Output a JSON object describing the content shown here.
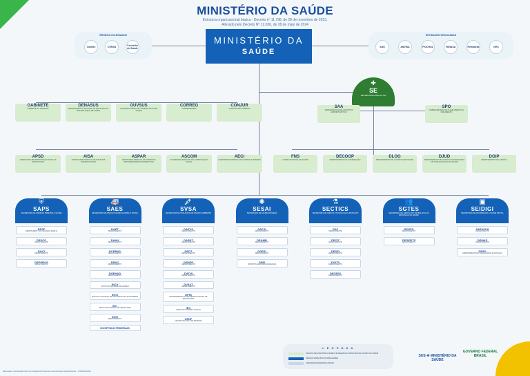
{
  "header": {
    "title": "MINISTÉRIO DA SAÚDE",
    "subtitle_1": "Estrutura organizacional básica - Decreto nº 11.798, de 28 de novembro de 2023,",
    "subtitle_2": "Alterado pelo Decreto Nº 12.036, de 28 de maio de 2024"
  },
  "left_pill": {
    "title": "ÓRGÃOS COLEGIADOS",
    "logos": [
      "Conitec",
      "CONSU",
      "Conselho de Saúde"
    ]
  },
  "right_pill": {
    "title": "ENTIDADES VINCULADAS",
    "logos": [
      "ANS",
      "ANVISA",
      "FIOCRUZ",
      "FUNASA",
      "Hemobrás",
      "GHC"
    ]
  },
  "ministry": {
    "line1": "MINISTÉRIO DA",
    "line2": "SAÚDE"
  },
  "se": {
    "icon": "✚",
    "name": "SE",
    "desc": "SECRETARIA-EXECUTIVA"
  },
  "top_boxes": [
    {
      "name": "GABINETE",
      "desc": "GABINETE DO MINISTRO"
    },
    {
      "name": "DENASUS",
      "desc": "DEPARTAMENTO NACIONAL DE AUDITORIA DO SISTEMA ÚNICO DE SAÚDE"
    },
    {
      "name": "OUVSUS",
      "desc": "OUVIDORIA-GERAL DO SISTEMA ÚNICO DE SAÚDE"
    },
    {
      "name": "CORREG",
      "desc": "CORREGEDORIA"
    },
    {
      "name": "CONJUR",
      "desc": "CONSULTORIA JURÍDICA"
    }
  ],
  "se_boxes": [
    {
      "name": "SAA",
      "desc": "SUBSECRETARIA DE ASSUNTOS ADMINISTRATIVOS"
    },
    {
      "name": "SPO",
      "desc": "SUBSECRETARIA DE PLANEJAMENTO E ORÇAMENTO"
    }
  ],
  "mid_boxes": [
    {
      "name": "APSD",
      "desc": "ASSESSORIA DE PARTICIPAÇÃO SOCIAL E DIVERSIDADE"
    },
    {
      "name": "AISA",
      "desc": "ASSESSORIA ESPECIAL DE ASSUNTOS INTERNACIONAIS"
    },
    {
      "name": "ASPAR",
      "desc": "ASSESSORIA ESPECIAL DE ASSUNTOS PARLAMENTARES E FEDERATIVOS"
    },
    {
      "name": "ASCOM",
      "desc": "ASSESSORIA ESPECIAL DE COMUNICAÇÃO SOCIAL"
    },
    {
      "name": "AECI",
      "desc": "ASSESSORIA ESPECIAL DE CONTROLE INTERNO"
    }
  ],
  "se_depts": [
    {
      "name": "FNS",
      "desc": "FUNDO NACIONAL DE SAÚDE"
    },
    {
      "name": "DECOOP",
      "desc": "DEPARTAMENTO DE COOPERAÇÃO"
    },
    {
      "name": "DLOG",
      "desc": "DEPARTAMENTO DE LOGÍSTICA EM SAÚDE"
    },
    {
      "name": "DJUD",
      "desc": "DEPARTAMENTO DE GESTÃO DAS DEMANDAS EM JUDICIALIZAÇÃO NA SAÚDE"
    },
    {
      "name": "DGIP",
      "desc": "DEPARTAMENTO DE GESTÃO"
    }
  ],
  "secretariats": [
    {
      "name": "SAPS",
      "icon": "⛨",
      "desc": "SECRETARIA DE ATENÇÃO PRIMÁRIA À SAÚDE",
      "units": [
        {
          "name": "DESF",
          "desc": "DEPARTAMENTO DE SAÚDE DA FAMÍLIA"
        },
        {
          "name": "DESCO",
          "desc": "DEPARTAMENTO"
        },
        {
          "name": "DGCI",
          "desc": "DEPARTAMENTO"
        },
        {
          "name": "DEPPROS",
          "desc": "DEPARTAMENTO"
        }
      ]
    },
    {
      "name": "SAES",
      "icon": "🚑",
      "desc": "SECRETARIA DE ATENÇÃO ESPECIALIZADA À SAÚDE",
      "units": [
        {
          "name": "DAET",
          "desc": "DEPARTAMENTO"
        },
        {
          "name": "DAHU",
          "desc": "DEPARTAMENTO"
        },
        {
          "name": "DCEBAS",
          "desc": "DEPARTAMENTO"
        },
        {
          "name": "DRAC",
          "desc": "DEPARTAMENTO"
        },
        {
          "name": "DGEHAD",
          "desc": "DEPARTAMENTO"
        },
        {
          "name": "INCA",
          "desc": "INSTITUTO NACIONAL DE CÂNCER"
        },
        {
          "name": "INTO",
          "desc": "INSTITUTO NACIONAL DE TRAUMATOLOGIA E ORTOPEDIA"
        },
        {
          "name": "INC",
          "desc": "INSTITUTO NACIONAL DE CARDIOLOGIA"
        },
        {
          "name": "DGH",
          "desc": "DEPARTAMENTO"
        },
        {
          "name": "HOSPITAIS FEDERAIS",
          "desc": ""
        }
      ]
    },
    {
      "name": "SVSA",
      "icon": "💉",
      "desc": "SECRETARIA DE VIGILÂNCIA EM SAÚDE E AMBIENTE",
      "units": [
        {
          "name": "DAEVS",
          "desc": "DEPARTAMENTO"
        },
        {
          "name": "DAENT",
          "desc": "DEPARTAMENTO"
        },
        {
          "name": "DEDT",
          "desc": "DEPARTAMENTO"
        },
        {
          "name": "DEMSP",
          "desc": "DEPARTAMENTO"
        },
        {
          "name": "DATHI",
          "desc": "DEPARTAMENTO"
        },
        {
          "name": "DVSAT",
          "desc": "DEPARTAMENTO"
        },
        {
          "name": "DPNI",
          "desc": "DEPARTAMENTO DO PROGRAMA NACIONAL DE IMUNIZAÇÕES"
        },
        {
          "name": "IEC",
          "desc": "INSTITUTO EVANDRO CHAGAS"
        },
        {
          "name": "CENP",
          "desc": "CENTRO NACIONAL DE PRIMATAS"
        }
      ]
    },
    {
      "name": "SESAI",
      "icon": "✺",
      "desc": "SECRETARIA DE SAÚDE INDÍGENA",
      "units": [
        {
          "name": "DAPSI",
          "desc": "DEPARTAMENTO"
        },
        {
          "name": "DEAMB",
          "desc": "DEPARTAMENTO"
        },
        {
          "name": "DGESI",
          "desc": "DEPARTAMENTO"
        },
        {
          "name": "DSEI",
          "desc": "DISTRITOS SANITÁRIOS ESPECIAIS"
        }
      ]
    },
    {
      "name": "SECTICS",
      "icon": "⚗",
      "desc": "SECRETARIA DE CIÊNCIA, TECNOLOGIA E INOVAÇÃO",
      "units": [
        {
          "name": "DAF",
          "desc": "DEPARTAMENTO"
        },
        {
          "name": "DECIT",
          "desc": "DEPARTAMENTO"
        },
        {
          "name": "DESID",
          "desc": "DEPARTAMENTO"
        },
        {
          "name": "DGITS",
          "desc": "DEPARTAMENTO"
        },
        {
          "name": "DECEIIS",
          "desc": "DEPARTAMENTO"
        }
      ]
    },
    {
      "name": "SGTES",
      "icon": "👥",
      "desc": "SECRETARIA DE GESTÃO DO TRABALHO E DA EDUCAÇÃO NA SAÚDE",
      "units": [
        {
          "name": "DEGES",
          "desc": "DEPARTAMENTO"
        },
        {
          "name": "DEGERTS",
          "desc": "DEPARTAMENTO"
        }
      ]
    },
    {
      "name": "SEIDIGI",
      "icon": "▣",
      "desc": "SECRETARIA DE INFORMAÇÃO E SAÚDE DIGITAL",
      "units": [
        {
          "name": "DATASUS",
          "desc": "DEPARTAMENTO"
        },
        {
          "name": "DEMAS",
          "desc": "DEPARTAMENTO"
        },
        {
          "name": "DESD",
          "desc": "DEPARTAMENTO DE SAÚDE DIGITAL E INOVAÇÃO"
        }
      ]
    }
  ],
  "legend": {
    "title": "L E G E N D A",
    "rows": [
      {
        "label": "ÓRGÃOS DE ASSISTÊNCIA DIRETA E IMEDIATA AO MINISTRO DE ESTADO DA SAÚDE",
        "color": "#d8eccf"
      },
      {
        "label": "ÓRGÃOS ESPECÍFICOS SINGULARES",
        "color": "#1462b7"
      },
      {
        "label": "UNIDADES DESCENTRALIZADAS",
        "color": "#c7d7e7"
      }
    ]
  },
  "footer": "Elaboração: Coordenação-Geral de Inovação de Processos e de Estruturas Organizacionais – CGIPE/SAA/SE",
  "brands": {
    "sus": "SUS ✚ MINISTÉRIO DA SAÚDE",
    "gov": "GOVERNO FEDERAL BRASIL"
  }
}
